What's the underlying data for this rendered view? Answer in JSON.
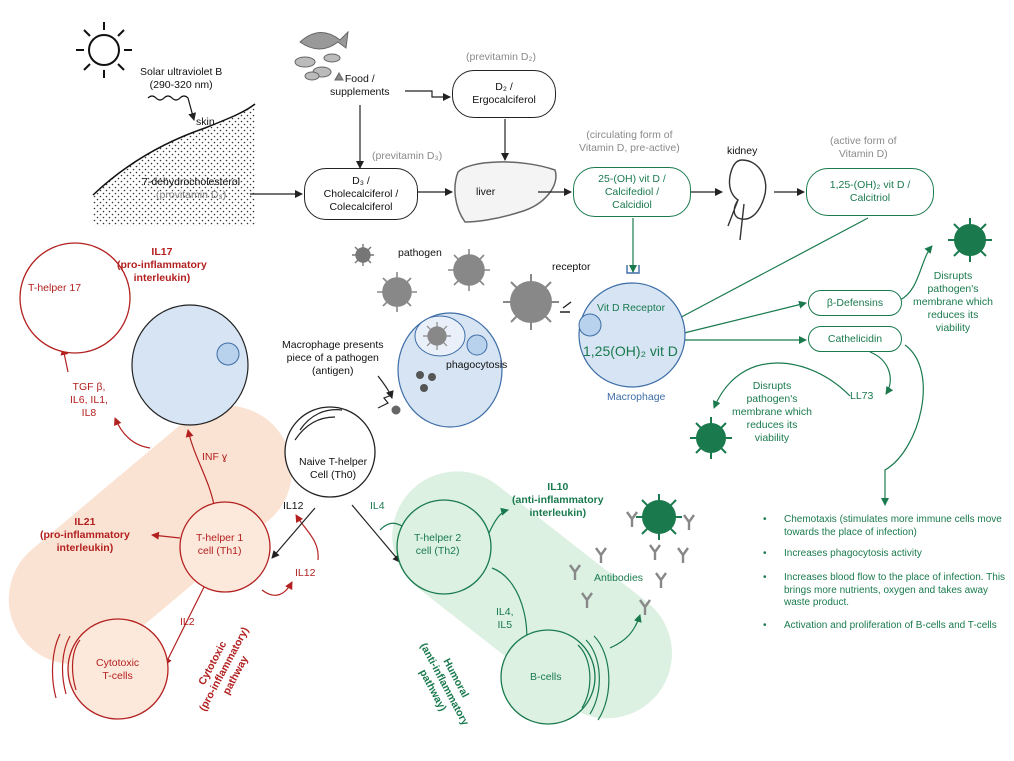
{
  "sources": {
    "solar": [
      "Solar ultraviolet B",
      "(290-320 nm)"
    ],
    "skin": "skin",
    "dehydro": "7-dehydrocholesterol",
    "provit_d3_paren": "(provitamin D₃)",
    "food": [
      "Food /",
      "supplements"
    ]
  },
  "labels": {
    "previt_d2": "(previtamin D₂)",
    "previt_d3": "(previtamin D₃)",
    "circulating": [
      "(circulating form of",
      "Vitamin D, pre-active)"
    ],
    "kidney": "kidney",
    "active": [
      "(active form of",
      "Vitamin D)"
    ],
    "liver": "liver"
  },
  "boxes": {
    "d2": [
      "D₂ /",
      "Ergocalciferol"
    ],
    "d3": [
      "D₃ /",
      "Cholecalciferol /",
      "Colecalciferol"
    ],
    "calcifediol": [
      "25-(OH) vit D /",
      "Calcifediol /",
      "Calcidiol"
    ],
    "calcitriol": [
      "1,25-(OH)₂ vit D /",
      "Calcitriol"
    ],
    "defensins": "β-Defensins",
    "cathelicidin": "Cathelicidin"
  },
  "macrophage": {
    "receptor": "receptor",
    "vdr": "Vit D Receptor",
    "vitd": "1,25(OH)₂ vit D",
    "name": "Macrophage",
    "pathogen": "pathogen",
    "phagocytosis": "phagocytosis",
    "presents": [
      "Macrophage presents",
      "piece of a pathogen",
      "(antigen)"
    ]
  },
  "antimicrobial": {
    "disrupts_right": [
      "Disrupts",
      "pathogen's",
      "membrane which",
      "reduces its",
      "viability"
    ],
    "disrupts_mid": [
      "Disrupts",
      "pathogen's",
      "membrane which",
      "reduces its",
      "viability"
    ],
    "ll73": "LL73"
  },
  "effects": [
    "Chemotaxis (stimulates more immune cells move towards the place of infection)",
    "Increases phagocytosis activity",
    "Increases blood flow to the place of infection. This brings more nutrients, oxygen and takes away waste product.",
    "Activation and proliferation of B-cells and T-cells"
  ],
  "tcells": {
    "th0": [
      "Naive T-helper",
      "Cell (Th0)"
    ],
    "th17": "T-helper 17",
    "il17": [
      "IL17",
      "(pro-inflammatory",
      "interleukin)"
    ],
    "tgf": [
      "TGF β,",
      "IL6, IL1,",
      "IL8"
    ],
    "inf": "INF ɣ",
    "th1": [
      "T-helper 1",
      "cell (Th1)"
    ],
    "il21": [
      "IL21",
      "(pro-inflammatory",
      "interleukin)"
    ],
    "il12a": "IL12",
    "il12b": "IL12",
    "il2": "IL2",
    "cytotoxic": [
      "Cytotoxic",
      "T-cells"
    ],
    "il4": "IL4",
    "th2": [
      "T-helper 2",
      "cell (Th2)"
    ],
    "il10": [
      "IL10",
      "(anti-inflammatory",
      "interleukin)"
    ],
    "il45": [
      "IL4,",
      "IL5"
    ],
    "bcells": "B-cells",
    "antibodies": "Antibodies"
  },
  "pathways": {
    "cytotoxic": [
      "Cytotoxic",
      "(pro-inflammatory)",
      "pathway"
    ],
    "humoral": [
      "Humoral",
      "(anti-inflammatory",
      "pathway)"
    ]
  },
  "colors": {
    "green": "#1a7a4e",
    "red": "#b32020",
    "blue_cell": "#d6e4f3",
    "orange_band": "#fbe3d3",
    "green_band": "#dcf1e2"
  }
}
